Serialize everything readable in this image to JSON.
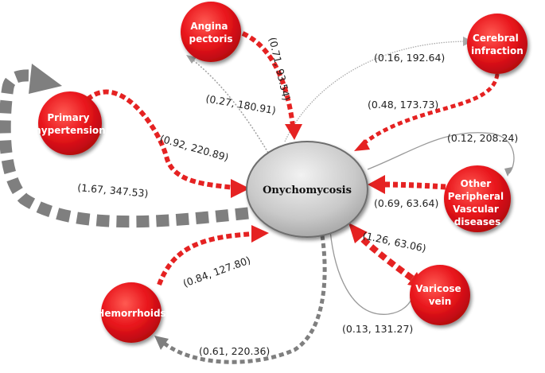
{
  "center": {
    "label": "Onychomycosis"
  },
  "nodes": {
    "angina": {
      "lines": [
        "Angina",
        "pectoris"
      ]
    },
    "cerebral": {
      "lines": [
        "Cerebral",
        "infraction"
      ]
    },
    "hypertension": {
      "lines": [
        "Primary",
        "hypertension"
      ]
    },
    "peripheral": {
      "lines": [
        "Other",
        "Peripheral",
        "Vascular",
        "diseases"
      ]
    },
    "varicose": {
      "lines": [
        "Varicose",
        "vein"
      ]
    },
    "hemorrhoids": {
      "lines": [
        "Hemorrhoids"
      ]
    }
  },
  "edges": {
    "angina_in": "(0.71, 93.54)",
    "angina_out": "(0.27, 180.91)",
    "cerebral_out": "(0.16, 192.64)",
    "cerebral_in": "(0.48, 173.73)",
    "peripheral_out": "(0.12, 208.24)",
    "peripheral_in": "(0.69, 63.64)",
    "hypertension_in": "(0.92, 220.89)",
    "hypertension_out": "(1.67, 347.53)",
    "varicose_in": "(1.26, 63.06)",
    "varicose_out": "(0.13, 131.27)",
    "hemorrhoids_in": "(0.84, 127.80)",
    "hemorrhoids_out": "(0.61, 220.36)"
  },
  "colors": {
    "node_red": "#e8141b",
    "red_arrow": "#e52222",
    "gray_arrow": "#7f7f7f",
    "thin_line": "#999999",
    "center_fill": "#c8c8c8"
  }
}
